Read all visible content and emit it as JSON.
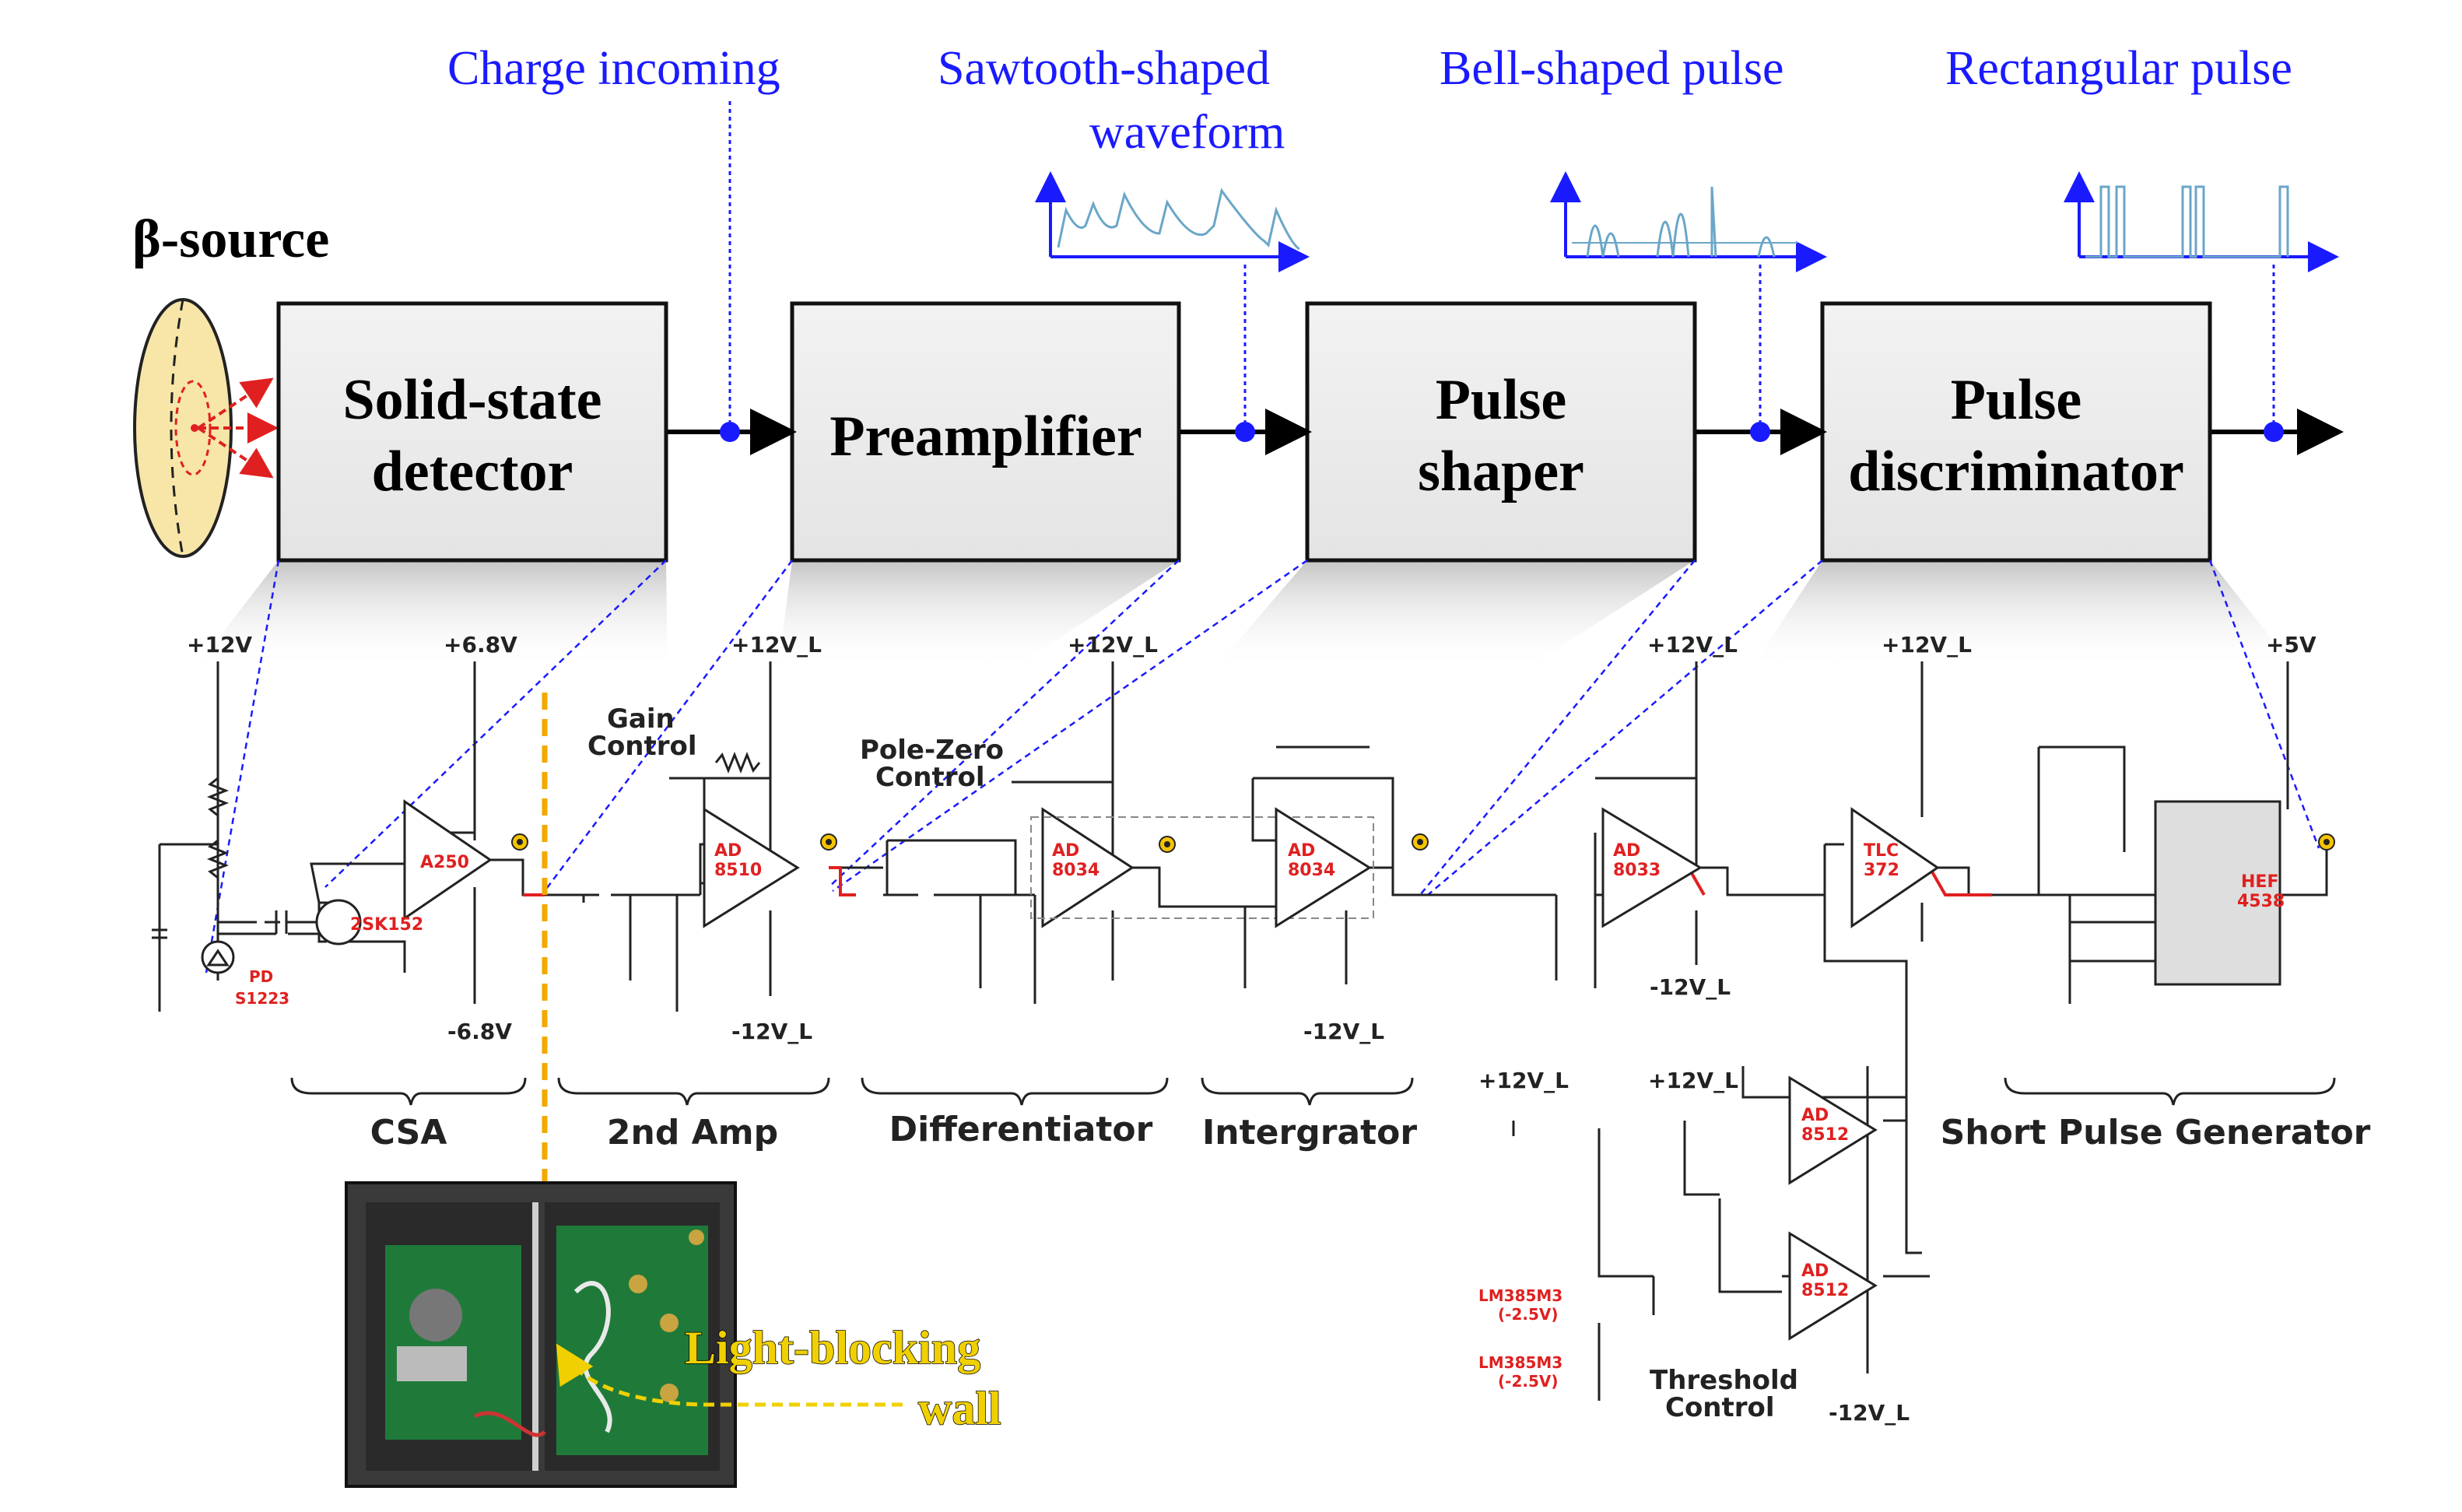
{
  "source_label": "β-source",
  "annotations": {
    "charge": "Charge incoming",
    "sawtooth_1": "Sawtooth-shaped",
    "sawtooth_2": "waveform",
    "bell": "Bell-shaped pulse",
    "rect": "Rectangular pulse"
  },
  "blocks": [
    {
      "line1": "Solid-state",
      "line2": "detector"
    },
    {
      "line1": "Preamplifier",
      "line2": ""
    },
    {
      "line1": "Pulse",
      "line2": "shaper"
    },
    {
      "line1": "Pulse",
      "line2": "discriminator"
    }
  ],
  "sections": [
    "CSA",
    "2nd Amp",
    "Differentiator",
    "Intergrator",
    "Short Pulse Generator"
  ],
  "rails": {
    "p12": "+12V",
    "p68": "+6.8V",
    "m68": "-6.8V",
    "p12l": "+12V_L",
    "m12l": "-12V_L",
    "p5": "+5V"
  },
  "controls": {
    "gain_1": "Gain",
    "gain_2": "Control",
    "pz_1": "Pole-Zero",
    "pz_2": "Control",
    "thr_1": "Threshold",
    "thr_2": "Control"
  },
  "chips": {
    "a250": "A250",
    "jfet": "2SK152",
    "pd_1": "PD",
    "pd_2": "S1223",
    "ad_1": "AD",
    "n8510": "8510",
    "n8034": "8034",
    "n8033": "8033",
    "tlc": "TLC",
    "n372": "372",
    "n8512": "8512",
    "hef": "HEF",
    "n4538": "4538",
    "lm_1": "LM385M3",
    "lm_2": "(-2.5V)"
  },
  "photo_label": {
    "line1": "Light-blocking",
    "line2": "wall"
  },
  "colors": {
    "annotation_blue": "#1a1aff",
    "block_fill": "#ececec",
    "chip_red": "#e02020",
    "divider_orange": "#f2a900",
    "label_yellow": "#f0d000",
    "pcb_green": "#1f7a3a"
  }
}
